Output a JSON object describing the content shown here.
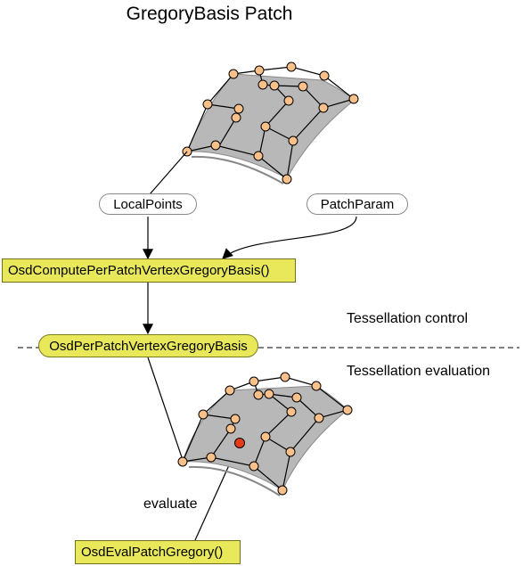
{
  "title": "GregoryBasis Patch",
  "nodes": {
    "local_points": "LocalPoints",
    "patch_param": "PatchParam",
    "compute_func": "OsdComputePerPatchVertexGregoryBasis()",
    "per_patch_vertex": "OsdPerPatchVertexGregoryBasis",
    "eval_func": "OsdEvalPatchGregory()"
  },
  "stages": {
    "control": "Tessellation control",
    "evaluation": "Tessellation evaluation"
  },
  "edge_label": "evaluate",
  "colors": {
    "surface": "#b8b8b8",
    "control_point": "#f9c08a",
    "eval_point": "#e53d17",
    "function_box": "#e8e85a"
  }
}
